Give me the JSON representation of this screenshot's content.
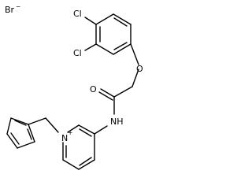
{
  "molecule": {
    "counterion": {
      "symbol": "Br",
      "charge": "−"
    },
    "atoms": {
      "cl_upper": "Cl",
      "cl_lower": "Cl",
      "ether_o": "O",
      "carbonyl_o": "O",
      "amide_nh": "NH",
      "pyridinium_n": "N",
      "pyridinium_charge": "+"
    }
  }
}
